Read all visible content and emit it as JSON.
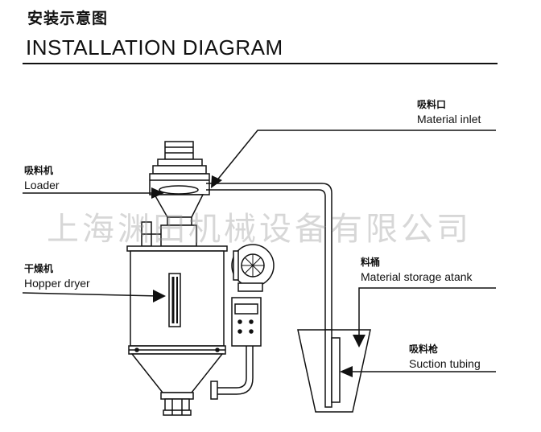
{
  "header": {
    "title_cn": "安装示意图",
    "title_en": "INSTALLATION DIAGRAM"
  },
  "labels": {
    "material_inlet": {
      "cn": "吸料口",
      "en": "Material inlet"
    },
    "loader": {
      "cn": "吸料机",
      "en": "Loader"
    },
    "hopper_dryer": {
      "cn": "干燥机",
      "en": "Hopper dryer"
    },
    "material_storage": {
      "cn": "料桶",
      "en": "Material storage atank"
    },
    "suction_tubing": {
      "cn": "吸料枪",
      "en": "Suction tubing"
    }
  },
  "watermark": "上海渊田机械设备有限公司",
  "colors": {
    "ink": "#111111",
    "watermark": "#969696"
  }
}
